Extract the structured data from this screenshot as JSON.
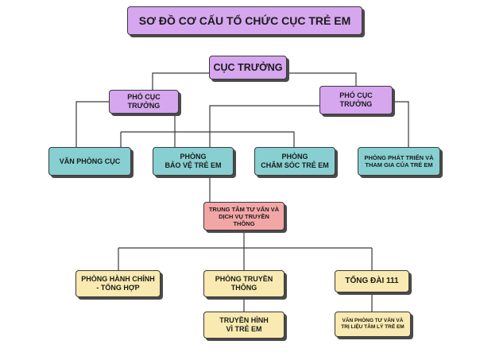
{
  "colors": {
    "purple": "#d6a6ee",
    "teal": "#87cfd1",
    "pink": "#f3a6a6",
    "yellow": "#f8eab0",
    "line": "#3a3a3a"
  },
  "diagram": {
    "title": "SƠ ĐỒ CƠ CẤU TỔ CHỨC CỤC TRẺ EM",
    "director": "CỤC TRƯỞNG",
    "deputy_left": "PHÓ CỤC TRƯỞNG",
    "deputy_right": "PHÓ CỤC TRƯỞNG",
    "office": "VĂN PHÒNG CỤC",
    "dept_protection": "PHÒNG\nBẢO VỆ TRẺ EM",
    "dept_care": "PHÒNG\nCHĂM SÓC TRẺ EM",
    "dept_development": "PHÒNG PHÁT TRIỂN VÀ\nTHAM GIA CỦA TRẺ EM",
    "center": "TRUNG TÂM TƯ VẤN VÀ\nDỊCH VỤ TRUYỀN THÔNG",
    "admin": "PHÒNG HÀNH CHÍNH\n- TỔNG HỢP",
    "communication": "PHÒNG TRUYỀN\nTHÔNG",
    "tv": "TRUYỀN HÌNH\nVÌ TRẺ EM",
    "hotline": "TỔNG ĐÀI 111",
    "counseling": "VĂN PHÒNG TƯ VẤN VÀ\nTRỊ LIỆU TÂM LÝ TRẺ EM"
  }
}
